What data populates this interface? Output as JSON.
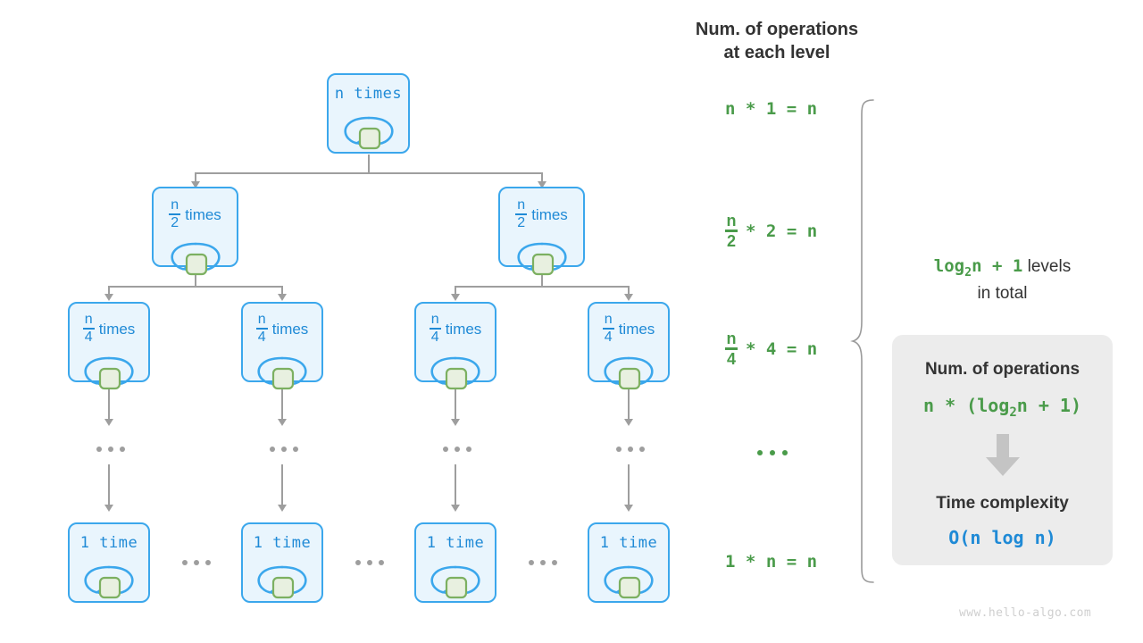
{
  "diagram": {
    "watermark": "www.hello-algo.com",
    "colors": {
      "node_border": "#3ba7ec",
      "node_fill": "#e9f5fd",
      "node_text": "#1f8ad6",
      "inner_square_fill": "#e8f0e0",
      "inner_square_border": "#7cb061",
      "connector": "#9e9e9e",
      "green_text": "#4a9b4a",
      "blue_text": "#1f8ad6",
      "dark_text": "#333333",
      "box_fill": "#ececec"
    }
  },
  "tree": {
    "levels": [
      {
        "index": 0,
        "nodes": [
          {
            "numerator": "n",
            "denominator": "",
            "count_text": "n",
            "unit": "times",
            "is_fraction": false
          }
        ]
      },
      {
        "index": 1,
        "nodes": [
          {
            "numerator": "n",
            "denominator": "2",
            "unit": "times",
            "is_fraction": true
          },
          {
            "numerator": "n",
            "denominator": "2",
            "unit": "times",
            "is_fraction": true
          }
        ]
      },
      {
        "index": 2,
        "nodes": [
          {
            "numerator": "n",
            "denominator": "4",
            "unit": "times",
            "is_fraction": true
          },
          {
            "numerator": "n",
            "denominator": "4",
            "unit": "times",
            "is_fraction": true
          },
          {
            "numerator": "n",
            "denominator": "4",
            "unit": "times",
            "is_fraction": true
          },
          {
            "numerator": "n",
            "denominator": "4",
            "unit": "times",
            "is_fraction": true
          }
        ]
      },
      {
        "index": 3,
        "nodes": [
          {
            "count_text": "1 time",
            "is_fraction": false
          },
          {
            "count_text": "1 time",
            "is_fraction": false
          },
          {
            "count_text": "1 time",
            "is_fraction": false
          },
          {
            "count_text": "1 time",
            "is_fraction": false
          }
        ]
      }
    ],
    "vertical_ellipsis": "...",
    "horizontal_ellipsis": "..."
  },
  "operations_column": {
    "title_line1": "Num. of operations",
    "title_line2": "at each level",
    "rows": [
      {
        "frac_num": "n",
        "frac_den": "",
        "is_fraction": false,
        "lead": "n",
        "times": "*",
        "factor": "1",
        "equals": "=",
        "result": "n"
      },
      {
        "frac_num": "n",
        "frac_den": "2",
        "is_fraction": true,
        "lead": "",
        "times": "*",
        "factor": "2",
        "equals": "=",
        "result": "n"
      },
      {
        "frac_num": "n",
        "frac_den": "4",
        "is_fraction": true,
        "lead": "",
        "times": "*",
        "factor": "4",
        "equals": "=",
        "result": "n"
      },
      {
        "ellipsis": "..."
      },
      {
        "frac_num": "1",
        "frac_den": "",
        "is_fraction": false,
        "lead": "1",
        "times": "*",
        "factor": "n",
        "equals": "=",
        "result": "n"
      }
    ]
  },
  "levels_summary": {
    "formula_pre": "log",
    "formula_sub": "2",
    "formula_post": "n + 1",
    "label_line1": "levels",
    "label_line2": "in total"
  },
  "summary_box": {
    "heading_operations": "Num. of operations",
    "formula_operations_pre": "n * (log",
    "formula_operations_sub": "2",
    "formula_operations_post": "n + 1)",
    "heading_complexity": "Time complexity",
    "formula_complexity": "O(n log n)"
  }
}
